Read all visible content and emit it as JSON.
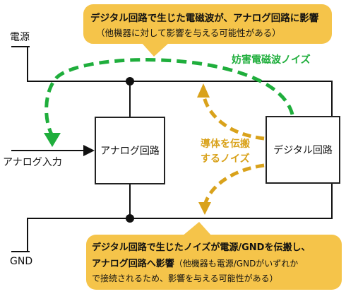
{
  "top_callout": {
    "line1": "デジタル回路で生じた電磁波が、アナログ回路に影響",
    "line2": "（他機器に対して影響を与える可能性がある）"
  },
  "bottom_callout": {
    "line1": "デジタル回路で生じたノイズが電源/GNDを伝搬し、",
    "line2_bold": "アナログ回路へ影響",
    "line2_rest": "（他機器も電源/GNDがいずれか",
    "line3": "で接続されるため、影響を与える可能性がある）"
  },
  "labels": {
    "power": "電源",
    "gnd": "GND",
    "analog_input": "アナログ入力",
    "em_noise": "妨害電磁波ノイズ",
    "conducted_noise_1": "導体を伝搬",
    "conducted_noise_2": "するノイズ"
  },
  "blocks": {
    "analog": "アナログ回路",
    "digital": "デジタル回路"
  },
  "colors": {
    "callout": "#f5c44a",
    "em_noise": "#1fae3c",
    "conducted_noise": "#d9a21b",
    "wire": "#111111"
  }
}
